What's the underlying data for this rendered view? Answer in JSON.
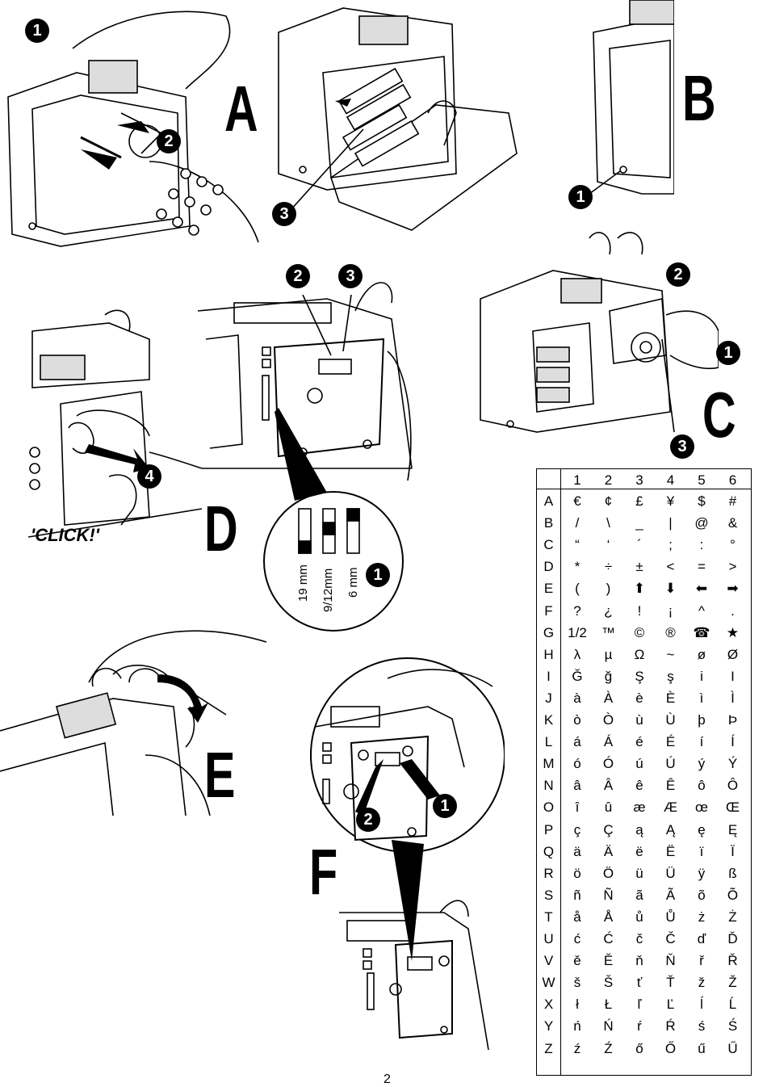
{
  "figures": {
    "A": {
      "letter": "A",
      "callouts": [
        "1",
        "2",
        "3"
      ]
    },
    "B": {
      "letter": "B",
      "callouts": [
        "1"
      ]
    },
    "C": {
      "letter": "C",
      "callouts": [
        "1",
        "2",
        "3"
      ]
    },
    "D": {
      "letter": "D",
      "callouts": [
        "1",
        "2",
        "3",
        "4"
      ],
      "click_text": "'CLICK!'",
      "size_labels": [
        "19 mm",
        "9/12mm",
        "6 mm"
      ]
    },
    "E": {
      "letter": "E"
    },
    "F": {
      "letter": "F",
      "callouts": [
        "1",
        "2"
      ]
    }
  },
  "char_table": {
    "columns": [
      "1",
      "2",
      "3",
      "4",
      "5",
      "6"
    ],
    "rows": [
      {
        "key": "A",
        "chars": [
          "€",
          "¢",
          "£",
          "¥",
          "$",
          "#"
        ]
      },
      {
        "key": "B",
        "chars": [
          "/",
          "\\",
          "_",
          "|",
          "@",
          "&"
        ]
      },
      {
        "key": "C",
        "chars": [
          "“",
          "‘",
          "´",
          ";",
          ":",
          "°"
        ]
      },
      {
        "key": "D",
        "chars": [
          "*",
          "÷",
          "±",
          "<",
          "=",
          ">"
        ]
      },
      {
        "key": "E",
        "chars": [
          "(",
          ")",
          "⬆",
          "⬇",
          "⬅",
          "➡"
        ]
      },
      {
        "key": "F",
        "chars": [
          "?",
          "¿",
          "!",
          "¡",
          "^",
          "."
        ]
      },
      {
        "key": "G",
        "chars": [
          "1/2",
          "™",
          "©",
          "®",
          "☎",
          "★"
        ]
      },
      {
        "key": "H",
        "chars": [
          "λ",
          "µ",
          "Ω",
          "~",
          "ø",
          "Ø"
        ]
      },
      {
        "key": "I",
        "chars": [
          "Ğ",
          "ğ",
          "Ş",
          "ş",
          "i",
          "I"
        ]
      },
      {
        "key": "J",
        "chars": [
          "à",
          "À",
          "è",
          "È",
          "ì",
          "Ì"
        ]
      },
      {
        "key": "K",
        "chars": [
          "ò",
          "Ò",
          "ù",
          "Ù",
          "þ",
          "Þ"
        ]
      },
      {
        "key": "L",
        "chars": [
          "á",
          "Á",
          "é",
          "É",
          "í",
          "Í"
        ]
      },
      {
        "key": "M",
        "chars": [
          "ó",
          "Ó",
          "ú",
          "Ú",
          "ý",
          "Ý"
        ]
      },
      {
        "key": "N",
        "chars": [
          "â",
          "Â",
          "ê",
          "Ê",
          "ô",
          "Ô"
        ]
      },
      {
        "key": "O",
        "chars": [
          "î",
          "û",
          "æ",
          "Æ",
          "œ",
          "Œ"
        ]
      },
      {
        "key": "P",
        "chars": [
          "ç",
          "Ç",
          "ą",
          "Ą",
          "ę",
          "Ę"
        ]
      },
      {
        "key": "Q",
        "chars": [
          "ä",
          "Ä",
          "ë",
          "Ë",
          "ï",
          "Ï"
        ]
      },
      {
        "key": "R",
        "chars": [
          "ö",
          "Ö",
          "ü",
          "Ü",
          "ÿ",
          "ß"
        ]
      },
      {
        "key": "S",
        "chars": [
          "ñ",
          "Ñ",
          "ã",
          "Ã",
          "õ",
          "Õ"
        ]
      },
      {
        "key": "T",
        "chars": [
          "å",
          "Å",
          "ů",
          "Ů",
          "ż",
          "Ż"
        ]
      },
      {
        "key": "U",
        "chars": [
          "ć",
          "Ć",
          "č",
          "Č",
          "ď",
          "Ď"
        ]
      },
      {
        "key": "V",
        "chars": [
          "ě",
          "Ě",
          "ň",
          "Ň",
          "ř",
          "Ř"
        ]
      },
      {
        "key": "W",
        "chars": [
          "š",
          "Š",
          "ť",
          "Ť",
          "ž",
          "Ž"
        ]
      },
      {
        "key": "X",
        "chars": [
          "ł",
          "Ł",
          "ľ",
          "Ľ",
          "ĺ",
          "Ĺ"
        ]
      },
      {
        "key": "Y",
        "chars": [
          "ń",
          "Ń",
          "ŕ",
          "Ŕ",
          "ś",
          "Ś"
        ]
      },
      {
        "key": "Z",
        "chars": [
          "ź",
          "Ź",
          "ő",
          "Ő",
          "ű",
          "Ű"
        ]
      }
    ]
  },
  "page_number": "2"
}
